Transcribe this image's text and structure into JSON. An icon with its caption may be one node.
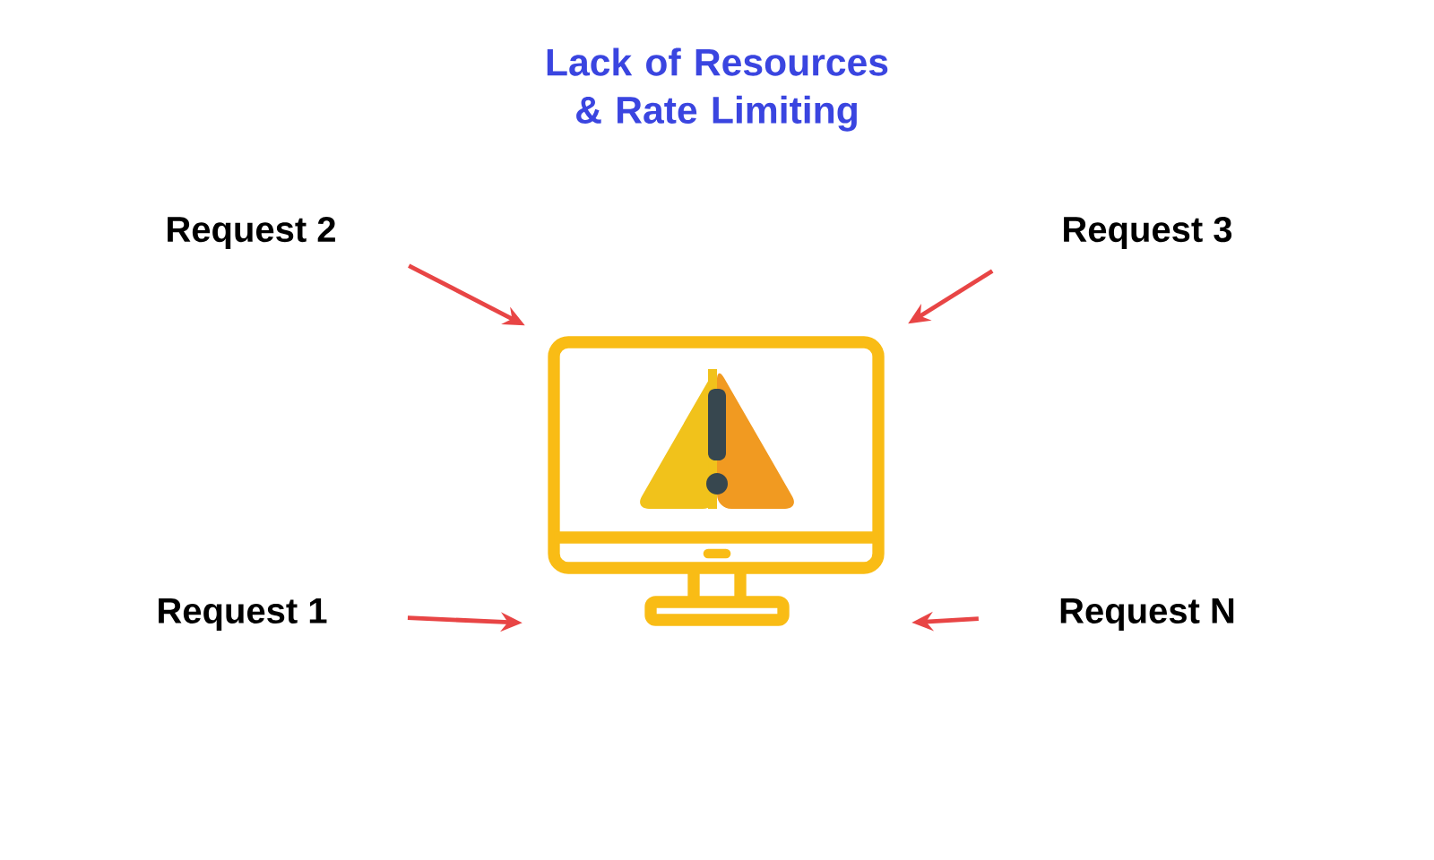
{
  "diagram": {
    "title": "Lack of Resources & Rate Limiting",
    "nodes": [
      {
        "text": [
          "Request 2"
        ]
      },
      {
        "text": [
          "Request 3"
        ]
      },
      {
        "text": [],
        "shape": "picture"
      },
      {
        "text": [
          "Request 1"
        ]
      },
      {
        "text": [
          "Request N"
        ]
      }
    ],
    "edges": [
      {
        "from": 0,
        "to": 2,
        "arrow": "to"
      },
      {
        "from": 1,
        "to": 2,
        "arrow": "to"
      },
      {
        "from": 3,
        "to": 2,
        "arrow": "to"
      },
      {
        "from": 4,
        "to": 2,
        "arrow": "to"
      }
    ]
  }
}
